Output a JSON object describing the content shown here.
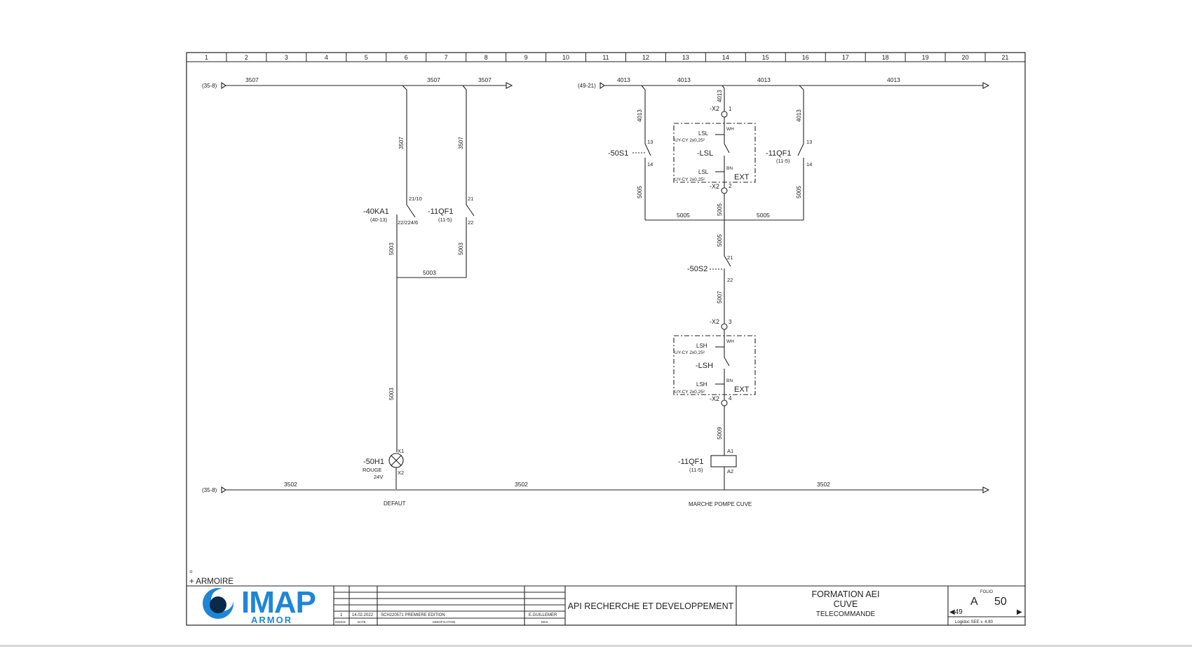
{
  "columns": [
    "1",
    "2",
    "3",
    "4",
    "5",
    "6",
    "7",
    "8",
    "9",
    "10",
    "11",
    "12",
    "13",
    "14",
    "15",
    "16",
    "17",
    "18",
    "19",
    "20",
    "21"
  ],
  "left": {
    "top_ref": "(35-8)",
    "top_wire": "3507",
    "bottom_ref": "(35-8)",
    "bottom_wire": "3502",
    "wire_5003": "5003",
    "contact_40ka1": {
      "tag": "-40KA1",
      "ref": "(40-13)",
      "t1": "21/10",
      "t2": "22/224/6"
    },
    "contact_11qf1": {
      "tag": "-11QF1",
      "ref": "(11-5)",
      "t1": "21",
      "t2": "22"
    },
    "lamp": {
      "tag": "-50H1",
      "color": "ROUGE",
      "voltage": "24V",
      "t1": "X1",
      "t2": "X2"
    },
    "caption": "DEFAUT"
  },
  "right": {
    "top_ref": "(49-21)",
    "top_wire": "4013",
    "wire_5005": "5005",
    "wire_5007": "5007",
    "wire_5009": "5009",
    "wire_3502": "3502",
    "s1": {
      "tag": "-50S1",
      "t1": "13",
      "t2": "14"
    },
    "qf1_aux": {
      "tag": "-11QF1",
      "ref": "(11-5)",
      "t1": "13",
      "t2": "14"
    },
    "s2": {
      "tag": "-50S2",
      "t1": "21",
      "t2": "22"
    },
    "terminal": "-X2",
    "term_nums": [
      "1",
      "2",
      "3",
      "4"
    ],
    "lsl": {
      "tag": "-LSL",
      "name": "LSL",
      "cable": "UY-CY 2x0,25²",
      "wh": "WH",
      "bn": "BN",
      "ext": "EXT"
    },
    "lsh": {
      "tag": "-LSH",
      "name": "LSH",
      "cable": "UY-CY 2x0,25²",
      "wh": "WH",
      "bn": "BN",
      "ext": "EXT"
    },
    "coil": {
      "tag": "-11QF1",
      "ref": "(11-5)",
      "a1": "A1",
      "a2": "A2"
    },
    "caption": "MARCHE POMPE CUVE"
  },
  "location": {
    "mark": "=",
    "name": "+ ARMOIRE"
  },
  "title_block": {
    "logo_main": "IMAP",
    "logo_sub": "ARMOR",
    "rev_index": "1",
    "rev_date": "14.02.2022",
    "rev_text": "SCH220571 PREMIERE EDITION",
    "rev_by": "E.GUILLEMER",
    "hdr_index": "INDICE",
    "hdr_date": "DATE",
    "hdr_mod": "MODIFICATION",
    "hdr_by": "DES.",
    "company": "API RECHERCHE ET DEVELOPPEMENT",
    "project1": "FORMATION AEI",
    "project2": "CUVE",
    "project3": "TELECOMMANDE",
    "folio_label": "FOLIO",
    "folio_letter": "A",
    "folio_number": "50",
    "prev_folio": "◀49",
    "next_folio": "▶",
    "software": "Logidoc SEE  v. 4.80"
  },
  "colors": {
    "line": "#222222",
    "logo_blue": "#1f86d6",
    "logo_dark": "#0a2a4a"
  }
}
